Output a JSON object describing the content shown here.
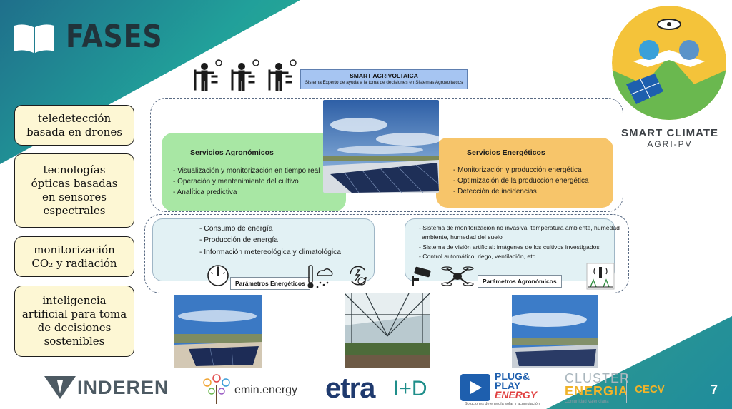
{
  "slide": {
    "title": "FASES",
    "page_number": "7"
  },
  "pills": [
    {
      "lines": [
        "teledetección",
        "basada en drones"
      ]
    },
    {
      "lines": [
        "tecnologías",
        "ópticas basadas",
        "en sensores",
        "espectrales"
      ]
    },
    {
      "lines": [
        "monitorización",
        "CO₂ y radiación"
      ]
    },
    {
      "lines": [
        "inteligencia",
        "artificial para toma",
        "de decisiones",
        "sostenibles"
      ]
    }
  ],
  "banner": {
    "title": "SMART AGRIVOLTAICA",
    "subtitle": "Sistema Experto de ayuda a la toma de decisiones en Sistemas Agrovoltaicos"
  },
  "services_agro": {
    "title": "Servicios Agronómicos",
    "items": [
      "- Visualización y monitorización en tiempo real",
      "- Operación y mantenimiento del cultivo",
      "- Analítica predictiva"
    ]
  },
  "services_energy": {
    "title": "Servicios Energéticos",
    "items": [
      "- Monitorización y producción energética",
      "- Optimización de la producción energética",
      "- Detección de incidencias"
    ]
  },
  "params_energy": {
    "items": [
      "- Consumo de energía",
      "- Producción de energía",
      "- Información metereológica y climatológica"
    ],
    "tag": "Parámetros Energéticos"
  },
  "params_agro": {
    "items": [
      "- Sistema de monitorización no invasiva: temperatura ambiente, humedad",
      "ambiente, humedad del suelo",
      "- Sistema de visión artificial: imágenes de los cultivos investigados",
      "- Control automático: riego, ventilación, etc."
    ],
    "tag": "Parámetros Agronómicos"
  },
  "brand": {
    "name": "SMART CLIMATE",
    "sub": "AGRI-PV"
  },
  "partners": {
    "inderen": "INDEREN",
    "emin": "emin.energy",
    "etra_main": "etra",
    "etra_rd": "I+D",
    "plug_line1": "PLUG&",
    "plug_line2": "PLAY",
    "plug_line3": "ENERGY",
    "plug_caption": "Soluciones de energía solar y acumulación",
    "cluster_line1": "CLUSTER",
    "cluster_line2": "ENERGIA",
    "cluster_caption": "Comunidad Valenciana",
    "cecv": "CECV"
  },
  "icons": [
    "book-icon",
    "farmer-icon",
    "thermometer-icon",
    "weather-icon",
    "energy-cycle-icon",
    "camera-icon",
    "drone-icon",
    "sensor-icon",
    "gauge-icon"
  ],
  "colors": {
    "teal": "#21a09a",
    "agro_green": "#a8e7a4",
    "energy_orange": "#f7c56a",
    "pill_fill": "#fdf7d4",
    "banner_blue": "#a6c5f2"
  }
}
